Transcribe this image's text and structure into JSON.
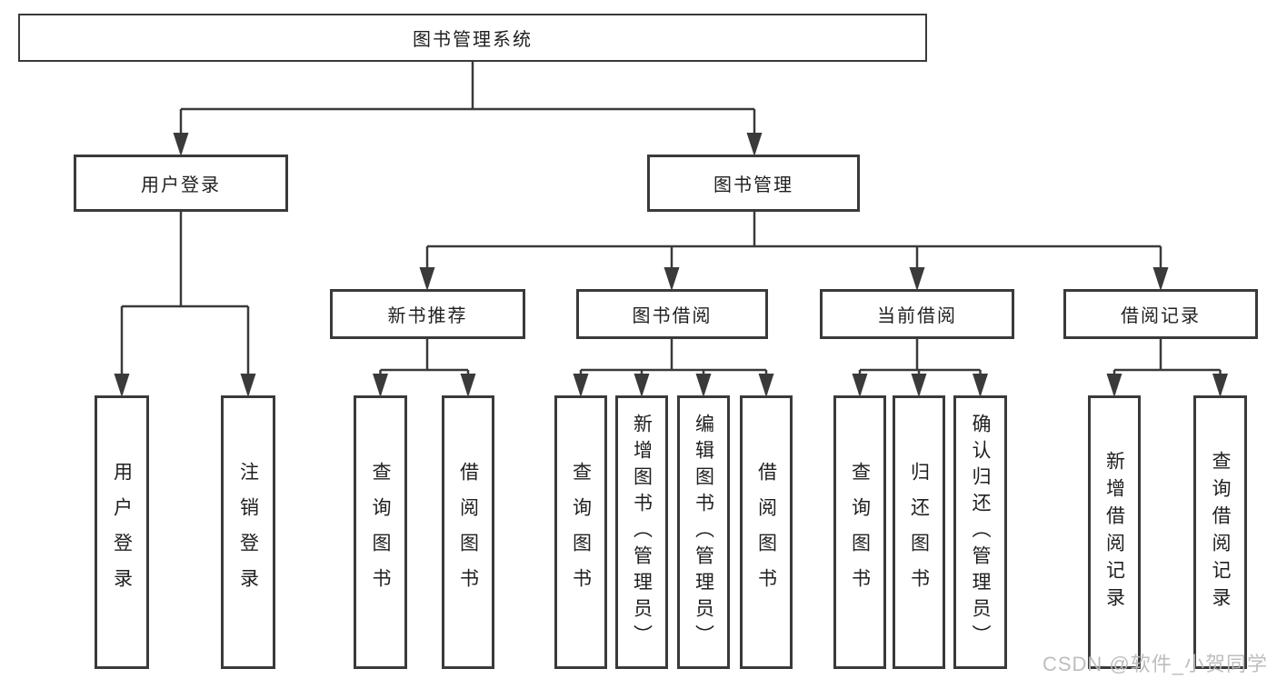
{
  "diagram_title": "图书管理系统",
  "colors": {
    "line": "#3a3a3a",
    "box_border": "#3a3a3a",
    "text": "#1f1f1f",
    "background": "#ffffff",
    "watermark": "#bababa"
  },
  "nodes": {
    "root": "图书管理系统",
    "user_login": "用户登录",
    "book_management": "图书管理",
    "new_book_recommendation": "新书推荐",
    "book_borrowing": "图书借阅",
    "current_borrowing": "当前借阅",
    "borrowing_records": "借阅记录",
    "leaf_user_login": "用户登录",
    "leaf_logout": "注销登录",
    "nb_query_books": "查询图书",
    "nb_borrow_books": "借阅图书",
    "bb_query_books": "查询图书",
    "bb_add_books": "新增图书（管理员）",
    "bb_edit_books": "编辑图书（管理员）",
    "bb_borrow_books": "借阅图书",
    "cb_query_books": "查询图书",
    "cb_return_books": "归还图书",
    "cb_confirm_return": "确认归还（管理员）",
    "br_add_record": "新增借阅记录",
    "br_query_record": "查询借阅记录"
  },
  "structure": {
    "root": [
      "user_login",
      "book_management"
    ],
    "user_login": [
      "leaf_user_login",
      "leaf_logout"
    ],
    "book_management": [
      "new_book_recommendation",
      "book_borrowing",
      "current_borrowing",
      "borrowing_records"
    ],
    "new_book_recommendation": [
      "nb_query_books",
      "nb_borrow_books"
    ],
    "book_borrowing": [
      "bb_query_books",
      "bb_add_books",
      "bb_edit_books",
      "bb_borrow_books"
    ],
    "current_borrowing": [
      "cb_query_books",
      "cb_return_books",
      "cb_confirm_return"
    ],
    "borrowing_records": [
      "br_add_record",
      "br_query_record"
    ]
  },
  "watermark": "CSDN @软件_小贺同学"
}
